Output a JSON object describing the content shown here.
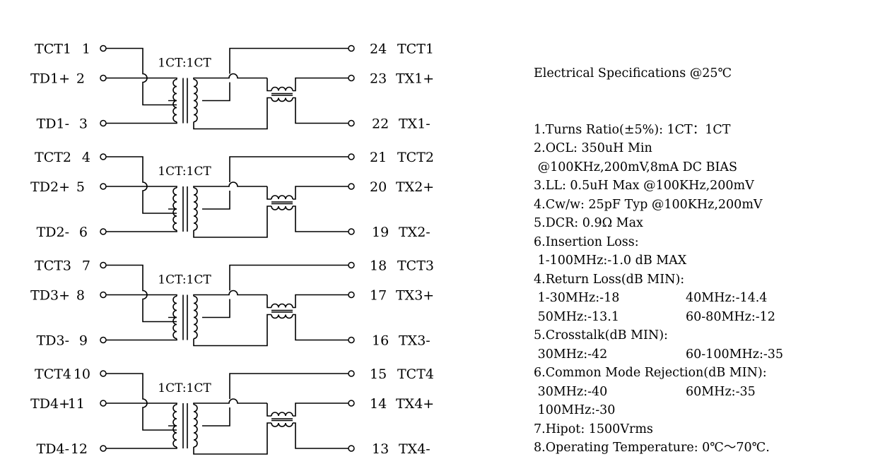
{
  "schematic": {
    "channels": [
      {
        "ratio": "1CT:1CT",
        "left": [
          {
            "label": "TCT1",
            "pin": "1"
          },
          {
            "label": "TD1+",
            "pin": "2"
          },
          {
            "label": "TD1-",
            "pin": "3"
          }
        ],
        "right": [
          {
            "label": "TCT1",
            "pin": "24"
          },
          {
            "label": "TX1+",
            "pin": "23"
          },
          {
            "label": "TX1-",
            "pin": "22"
          }
        ]
      },
      {
        "ratio": "1CT:1CT",
        "left": [
          {
            "label": "TCT2",
            "pin": "4"
          },
          {
            "label": "TD2+",
            "pin": "5"
          },
          {
            "label": "TD2-",
            "pin": "6"
          }
        ],
        "right": [
          {
            "label": "TCT2",
            "pin": "21"
          },
          {
            "label": "TX2+",
            "pin": "20"
          },
          {
            "label": "TX2-",
            "pin": "19"
          }
        ]
      },
      {
        "ratio": "1CT:1CT",
        "left": [
          {
            "label": "TCT3",
            "pin": "7"
          },
          {
            "label": "TD3+",
            "pin": "8"
          },
          {
            "label": "TD3-",
            "pin": "9"
          }
        ],
        "right": [
          {
            "label": "TCT3",
            "pin": "18"
          },
          {
            "label": "TX3+",
            "pin": "17"
          },
          {
            "label": "TX3-",
            "pin": "16"
          }
        ]
      },
      {
        "ratio": "1CT:1CT",
        "left": [
          {
            "label": "TCT4",
            "pin": "10"
          },
          {
            "label": "TD4+",
            "pin": "11"
          },
          {
            "label": "TD4-",
            "pin": "12"
          }
        ],
        "right": [
          {
            "label": "TCT4",
            "pin": "15"
          },
          {
            "label": "TX4+",
            "pin": "14"
          },
          {
            "label": "TX4-",
            "pin": "13"
          }
        ]
      }
    ]
  },
  "specs": {
    "title": "Electrical Specifications @25℃",
    "lines": [
      [
        "1.Turns Ratio(±5%): 1CT：1CT"
      ],
      [
        "2.OCL: 350uH Min"
      ],
      [
        " @100KHz,200mV,8mA DC BIAS"
      ],
      [
        "3.LL: 0.5uH Max @100KHz,200mV"
      ],
      [
        "4.Cw/w: 25pF Typ @100KHz,200mV"
      ],
      [
        "5.DCR: 0.9Ω Max"
      ],
      [
        "6.Insertion Loss:"
      ],
      [
        " 1-100MHz:-1.0 dB MAX"
      ],
      [
        "4.Return Loss(dB MIN):"
      ],
      [
        " 1-30MHz:-18",
        "40MHz:-14.4"
      ],
      [
        " 50MHz:-13.1",
        "60-80MHz:-12"
      ],
      [
        "5.Crosstalk(dB MIN):"
      ],
      [
        " 30MHz:-42",
        "60-100MHz:-35"
      ],
      [
        "6.Common Mode Rejection(dB MIN):"
      ],
      [
        " 30MHz:-40",
        "60MHz:-35"
      ],
      [
        " 100MHz:-30"
      ],
      [
        "7.Hipot: 1500Vrms"
      ],
      [
        "8.Operating Temperature: 0℃～70℃."
      ]
    ]
  }
}
